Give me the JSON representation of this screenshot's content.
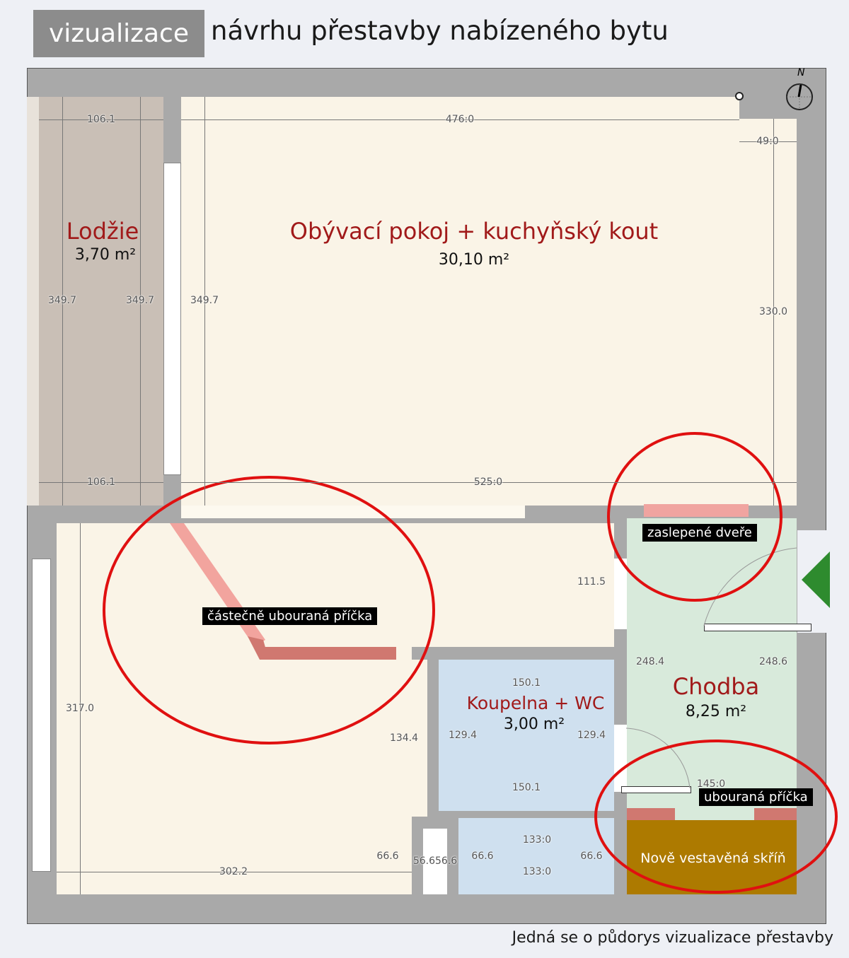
{
  "header": {
    "title_highlight": "vizualizace",
    "title_rest": "návrhu přestavby nabízeného bytu"
  },
  "rooms": {
    "lodzie": {
      "name": "Lodžie",
      "area": "3,70 m²"
    },
    "obyvak": {
      "name": "Obývací pokoj + kuchyňský kout",
      "area": "30,10 m²"
    },
    "koupelna": {
      "name": "Koupelna + WC",
      "area": "3,00 m²"
    },
    "chodba": {
      "name": "Chodba",
      "area": "8,25 m²"
    },
    "skrin": {
      "name": "Nově vestavěná skříň"
    }
  },
  "notes": {
    "zaslepene": "zaslepené dveře",
    "castecne": "částečně ubouraná příčka",
    "ubourana": "ubouraná příčka"
  },
  "compass": {
    "label": "N"
  },
  "dims": [
    "106.1",
    "476:0",
    "49:0",
    "349.7",
    "349.7",
    "349.7",
    "330.0",
    "106.1",
    "525:0",
    "111.5",
    "248.4",
    "248.6",
    "317.0",
    "150.1",
    "129.4",
    "129.4",
    "134.4",
    "150.1",
    "145:0",
    "133:0",
    "66.6",
    "66.6",
    "133:0",
    "66.6",
    "56.656.6",
    "302.2"
  ],
  "footer": "Jedná se o půdorys vizualizace přestavby",
  "colors": {
    "wall": "#a9a9a9",
    "living": "#faf4e7",
    "loggia": "#c9bfb6",
    "bath": "#cfe0ef",
    "hall": "#d8eadb",
    "wardrobe": "#ad7a00",
    "highlight": "#e01010",
    "entrance": "#2e8b2e"
  }
}
